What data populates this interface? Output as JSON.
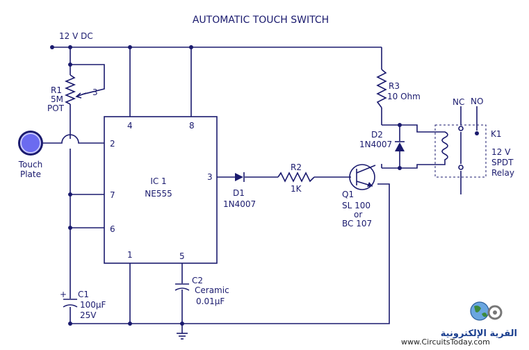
{
  "title": "AUTOMATIC TOUCH SWITCH",
  "supply": "12 V DC",
  "touch_plate": {
    "line1": "Touch",
    "line2": "Plate"
  },
  "r1": {
    "ref": "R1",
    "value": "5M",
    "type": "POT",
    "pin": "3"
  },
  "ic1": {
    "ref": "IC 1",
    "part": "NE555",
    "pins": {
      "p1": "1",
      "p2": "2",
      "p3": "3",
      "p4": "4",
      "p5": "5",
      "p6": "6",
      "p7": "7",
      "p8": "8"
    }
  },
  "c1": {
    "ref": "C1",
    "value": "100µF",
    "voltage": "25V",
    "polarity": "+"
  },
  "c2": {
    "ref": "C2",
    "type": "Ceramic",
    "value": "0.01µF"
  },
  "d1": {
    "ref": "D1",
    "part": "1N4007"
  },
  "r2": {
    "ref": "R2",
    "value": "1K"
  },
  "q1": {
    "ref": "Q1",
    "part1": "SL 100",
    "or": "or",
    "part2": "BC 107"
  },
  "r3": {
    "ref": "R3",
    "value": "10 Ohm"
  },
  "d2": {
    "ref": "D2",
    "part": "1N4007"
  },
  "k1": {
    "nc": "NC",
    "no": "NO",
    "ref": "K1",
    "line1": "12 V",
    "line2": "SPDT",
    "line3": "Relay"
  },
  "watermark": {
    "url": "www.CircuitsToday.com",
    "arabic": "القرية الإلكترونية"
  },
  "colors": {
    "wire": "#1a1a6e",
    "touch_plate_fill": "#6b6bf0",
    "text": "#1a1a6e"
  }
}
